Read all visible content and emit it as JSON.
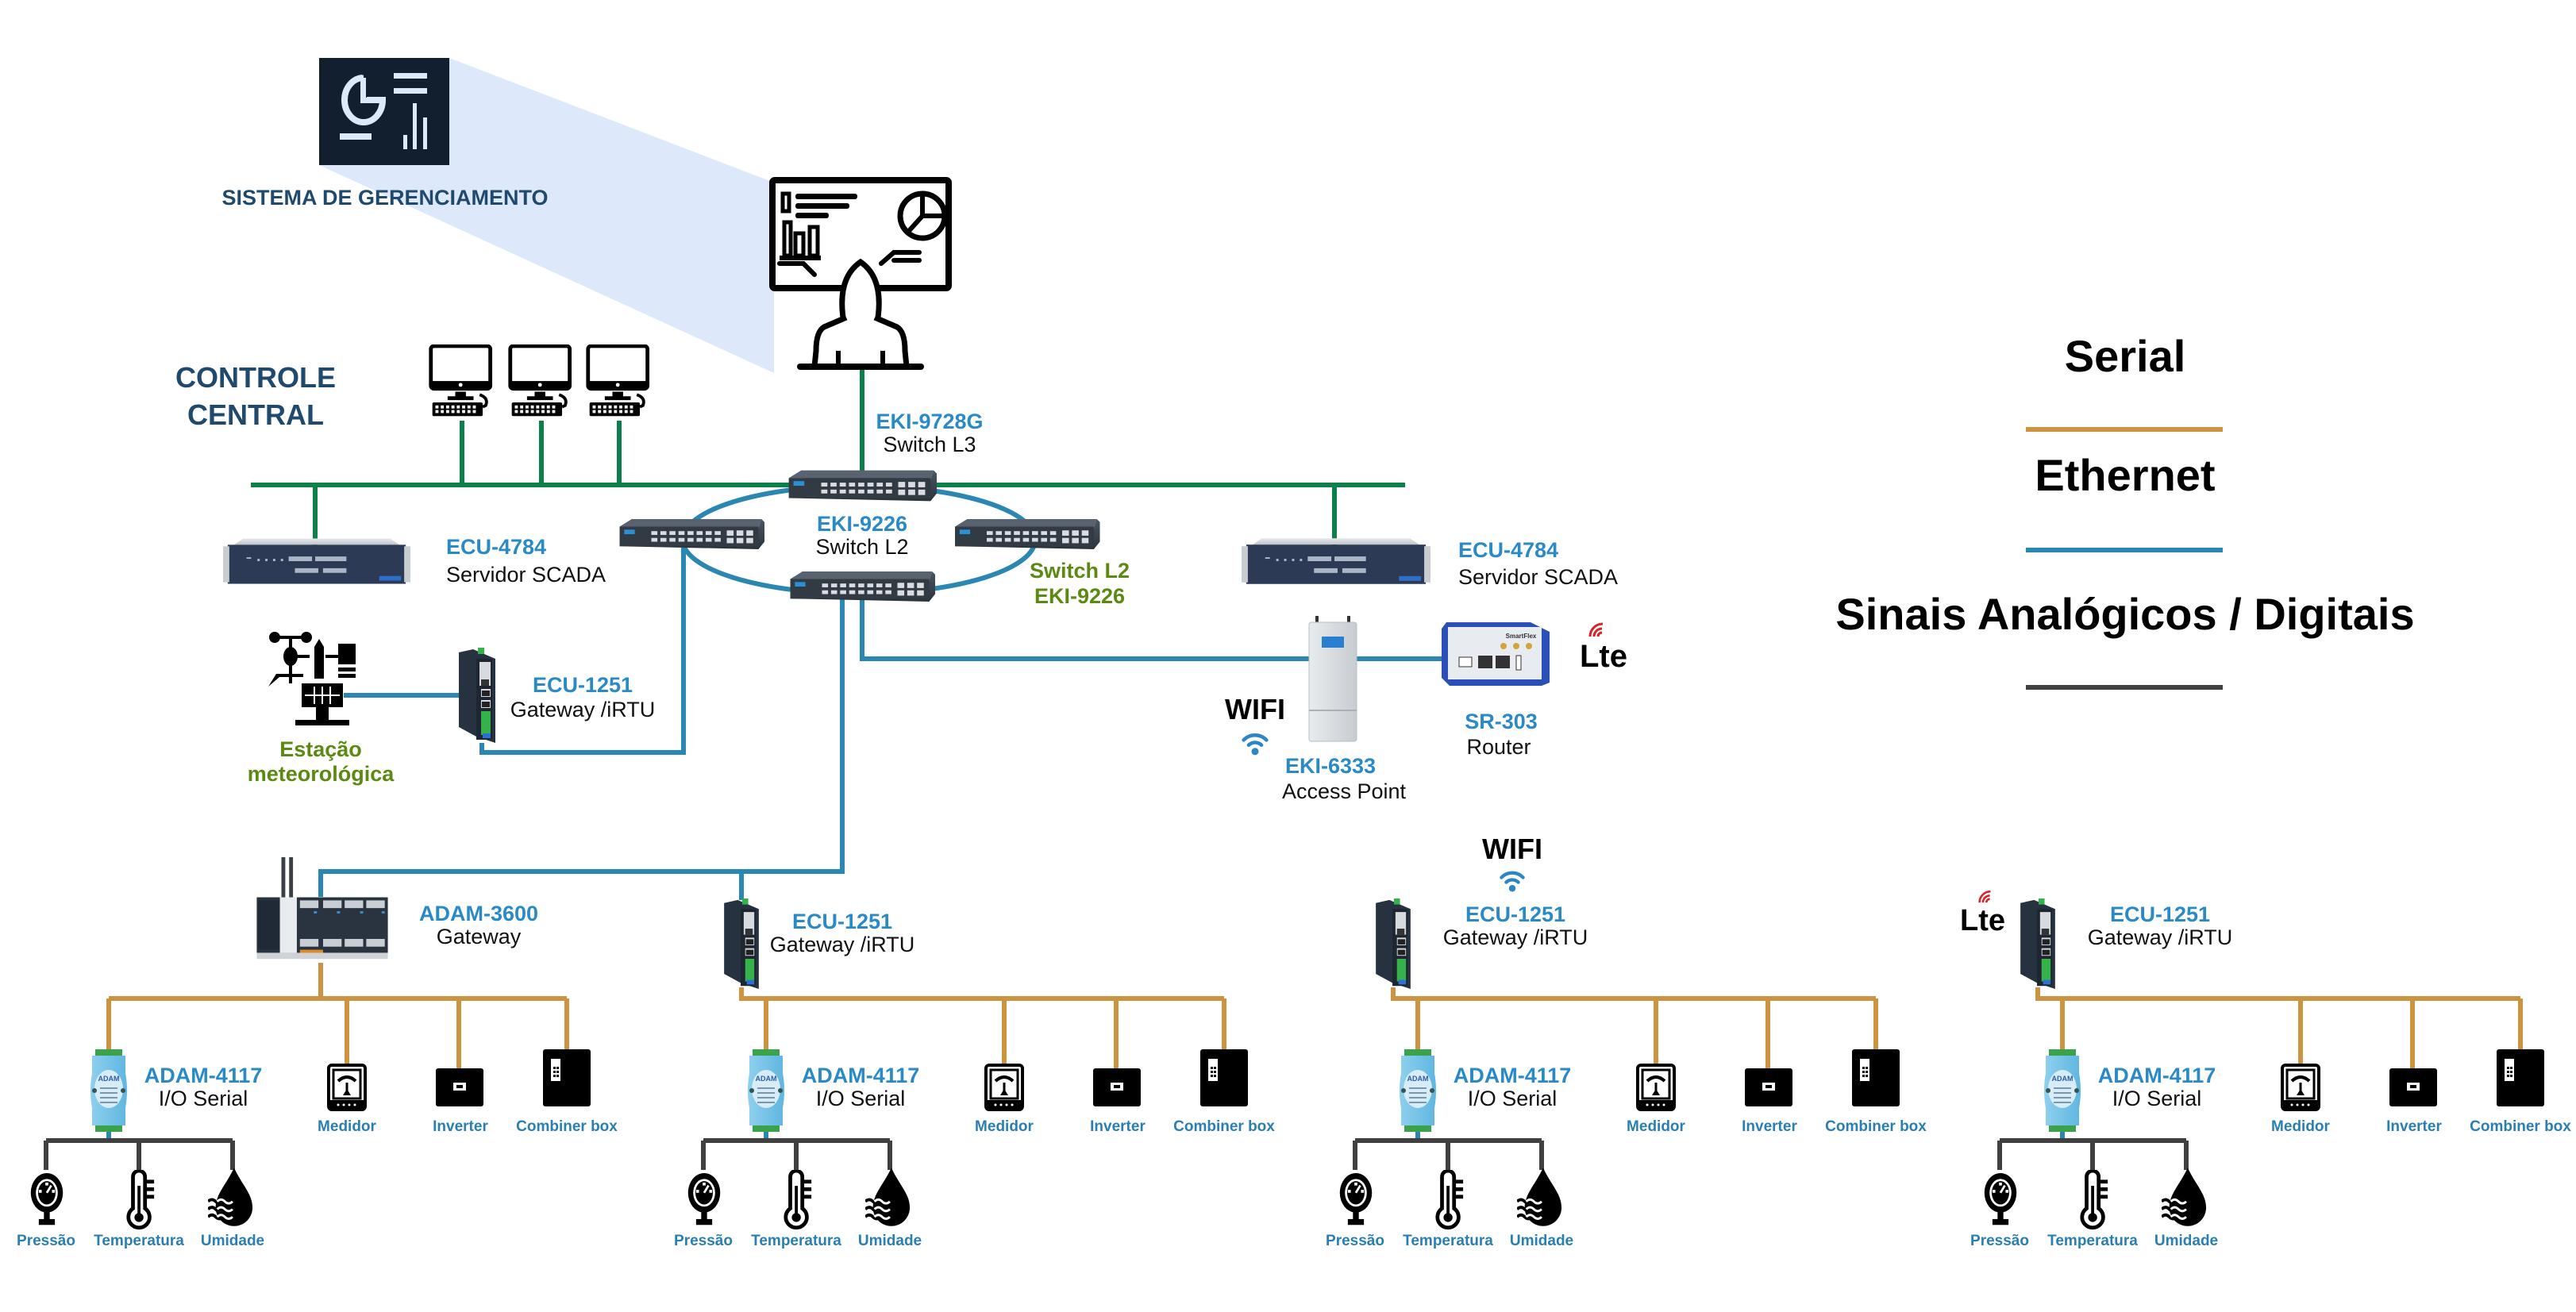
{
  "colors": {
    "serial": "#cc9340",
    "ethernet": "#2a86b2",
    "analog_digital": "#404040",
    "control_bus": "#0a804a",
    "model_label": "#2a8ac8",
    "heading": "#1f4a6e",
    "highlight_green": "#5b8a12",
    "beam": "#dde9fb",
    "mgmt_icon_bg": "#121f2e"
  },
  "management": {
    "title": "SISTEMA DE GERENCIAMENTO",
    "icon": "dashboard-icon",
    "operator_icon": "operator-monitor-icon"
  },
  "control_center": {
    "line1": "CONTROLE",
    "line2": "CENTRAL",
    "workstations": [
      "workstation-icon",
      "workstation-icon",
      "workstation-icon"
    ]
  },
  "core": {
    "switch_l3": {
      "model": "EKI-9728G",
      "role": "Switch L3"
    },
    "ring": {
      "model": "EKI-9226",
      "role": "Switch L2"
    },
    "ring_side_label": {
      "line1": "Switch L2",
      "line2": "EKI-9226"
    },
    "scada_left": {
      "model": "ECU-4784",
      "role": "Servidor SCADA"
    },
    "scada_right": {
      "model": "ECU-4784",
      "role": "Servidor SCADA"
    }
  },
  "weather": {
    "line1": "Estação",
    "line2": "meteorológica",
    "gateway": {
      "model": "ECU-1251",
      "role": "Gateway /iRTU"
    }
  },
  "wireless": {
    "wifi_label": "WIFI",
    "access_point": {
      "model": "EKI-6333",
      "role": "Access Point"
    },
    "router": {
      "model": "SR-303",
      "role": "Router"
    },
    "lte_label": "Lte"
  },
  "legend": {
    "items": [
      {
        "label": "Serial",
        "color": "#cc9340"
      },
      {
        "label": "Ethernet",
        "color": "#2a86b2"
      },
      {
        "label": "Sinais Analógicos / Digitais",
        "color": "#404040"
      }
    ]
  },
  "sites": [
    {
      "gateway": {
        "model": "ADAM-3600",
        "role": "Gateway",
        "type": "adam3600"
      },
      "badge": "",
      "io": {
        "model": "ADAM-4117",
        "role": "I/O Serial"
      },
      "devices": [
        "Medidor",
        "Inverter",
        "Combiner box"
      ],
      "sensors": [
        "Pressão",
        "Temperatura",
        "Umidade"
      ]
    },
    {
      "gateway": {
        "model": "ECU-1251",
        "role": "Gateway /iRTU",
        "type": "ecu1251"
      },
      "badge": "",
      "io": {
        "model": "ADAM-4117",
        "role": "I/O Serial"
      },
      "devices": [
        "Medidor",
        "Inverter",
        "Combiner box"
      ],
      "sensors": [
        "Pressão",
        "Temperatura",
        "Umidade"
      ]
    },
    {
      "gateway": {
        "model": "ECU-1251",
        "role": "Gateway /iRTU",
        "type": "ecu1251"
      },
      "badge": "WIFI",
      "io": {
        "model": "ADAM-4117",
        "role": "I/O Serial"
      },
      "devices": [
        "Medidor",
        "Inverter",
        "Combiner box"
      ],
      "sensors": [
        "Pressão",
        "Temperatura",
        "Umidade"
      ]
    },
    {
      "gateway": {
        "model": "ECU-1251",
        "role": "Gateway /iRTU",
        "type": "ecu1251"
      },
      "badge": "Lte",
      "io": {
        "model": "ADAM-4117",
        "role": "I/O Serial"
      },
      "devices": [
        "Medidor",
        "Inverter",
        "Combiner box"
      ],
      "sensors": [
        "Pressão",
        "Temperatura",
        "Umidade"
      ]
    }
  ]
}
